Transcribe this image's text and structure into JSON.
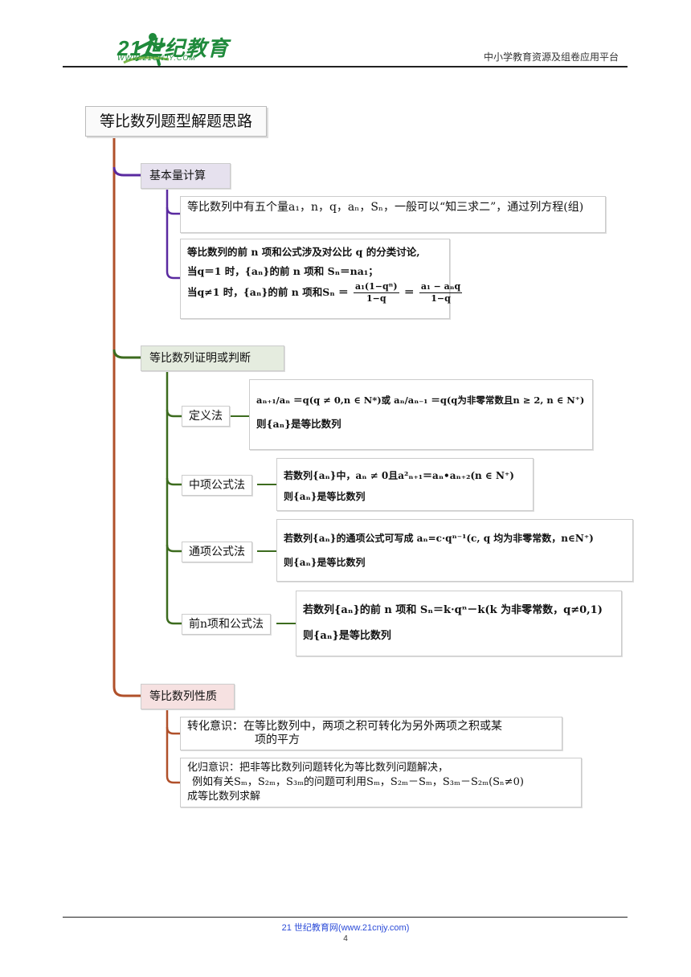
{
  "header": {
    "logo_text": "21世纪教育",
    "logo_sub": "WWW.21CNJY.COM",
    "right_text": "中小学教育资源及组卷应用平台"
  },
  "root": {
    "title": "等比数列题型解题思路"
  },
  "branch1": {
    "label": "基本量计算",
    "note1": "等比数列中有五个量a₁，n，q，aₙ，Sₙ，一般可以“知三求二”，通过列方程(组)",
    "note2_line1": "等比数列的前 n 项和公式涉及对公比 q 的分类讨论,",
    "note2_line2": "当q＝1 时，{aₙ}的前 n 项和 Sₙ＝na₁；",
    "note2_line3a": "当q≠1 时，{aₙ}的前 n 项和Sₙ ＝",
    "frac1_num": "a₁(1−qⁿ)",
    "frac1_den": "1−q",
    "eq": "＝",
    "frac2_num": "a₁ − aₙq",
    "frac2_den": "1−q"
  },
  "branch2": {
    "label": "等比数列证明或判断",
    "methods": [
      {
        "label": "定义法",
        "line1a": "aₙ₊₁/aₙ ＝q(q ≠ 0,n ∈ N*)或 aₙ/aₙ₋₁ ＝q(q为非零常数且n ≥ 2,  n ∈ N⁺)",
        "line2": "则{aₙ}是等比数列"
      },
      {
        "label": "中项公式法",
        "line1a": "若数列{aₙ}中，aₙ ≠ 0且a²ₙ₊₁＝aₙ•aₙ₊₂(n ∈ N⁺)",
        "line2": "则{aₙ}是等比数列"
      },
      {
        "label": "通项公式法",
        "line1a": "若数列{aₙ}的通项公式可写成 aₙ=c·qⁿ⁻¹(c, q 均为非零常数，n∈N⁺)",
        "line2": "则{aₙ}是等比数列"
      },
      {
        "label": "前n项和公式法",
        "line1a": "若数列{aₙ}的前 n 项和 Sₙ＝k·qⁿ－k(k 为非零常数，q≠0,1)",
        "line2": "则{aₙ}是等比数列"
      }
    ]
  },
  "branch3": {
    "label": "等比数列性质",
    "note1_line1": "转化意识：在等比数列中，两项之积可转化为另外两项之积或某",
    "note1_line2": "项的平方",
    "note2_line1": "化归意识：把非等比数列问题转化为等比数列问题解决，",
    "note2_line2": "例如有关Sₘ，S₂ₘ，S₃ₘ的问题可利用Sₘ，S₂ₘ－Sₘ，S₃ₘ－S₂ₘ(Sₙ≠0)",
    "note2_line3": "成等比数列求解"
  },
  "footer": {
    "site": "21 世纪教育网(www.21cnjy.com)",
    "page": "4"
  },
  "colors": {
    "trunk": "#b0502a",
    "branch1": "#5a2aa0",
    "branch2": "#3c6b1e",
    "branch3": "#b0502a",
    "logo_green": "#1f8a3b"
  }
}
